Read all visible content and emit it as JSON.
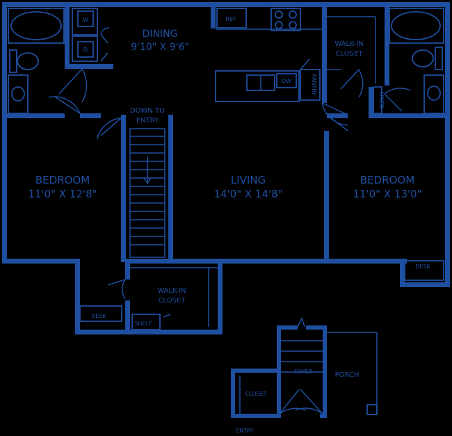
{
  "rooms": {
    "dining": {
      "name": "DINING",
      "size": "9'10\" X 9'6\""
    },
    "living": {
      "name": "LIVING",
      "size": "14'0\" X 14'8\""
    },
    "bedroom_left": {
      "name": "BEDROOM",
      "size": "11'0\" X 12'8\""
    },
    "bedroom_right": {
      "name": "BEDROOM",
      "size": "11'0\" X 13'0\""
    },
    "walkin_top": {
      "line1": "WALK-IN",
      "line2": "CLOSET"
    },
    "walkin_bottom": {
      "line1": "WALK-IN",
      "line2": "CLOSET"
    },
    "porch": "PORCH",
    "foyer": "FOYER",
    "closet": "CLOSET"
  },
  "stairs": {
    "line1": "DOWN TO",
    "line2": "ENTRY"
  },
  "fixtures": {
    "ref": "REF",
    "dw": "DW",
    "washer": "W",
    "dryer": "D",
    "pantry": "PANTRY",
    "linen": "LINEN",
    "desk_left": "DESK",
    "desk_right": "DESK",
    "shelf": "SHELF"
  },
  "entry": "ENTRY"
}
